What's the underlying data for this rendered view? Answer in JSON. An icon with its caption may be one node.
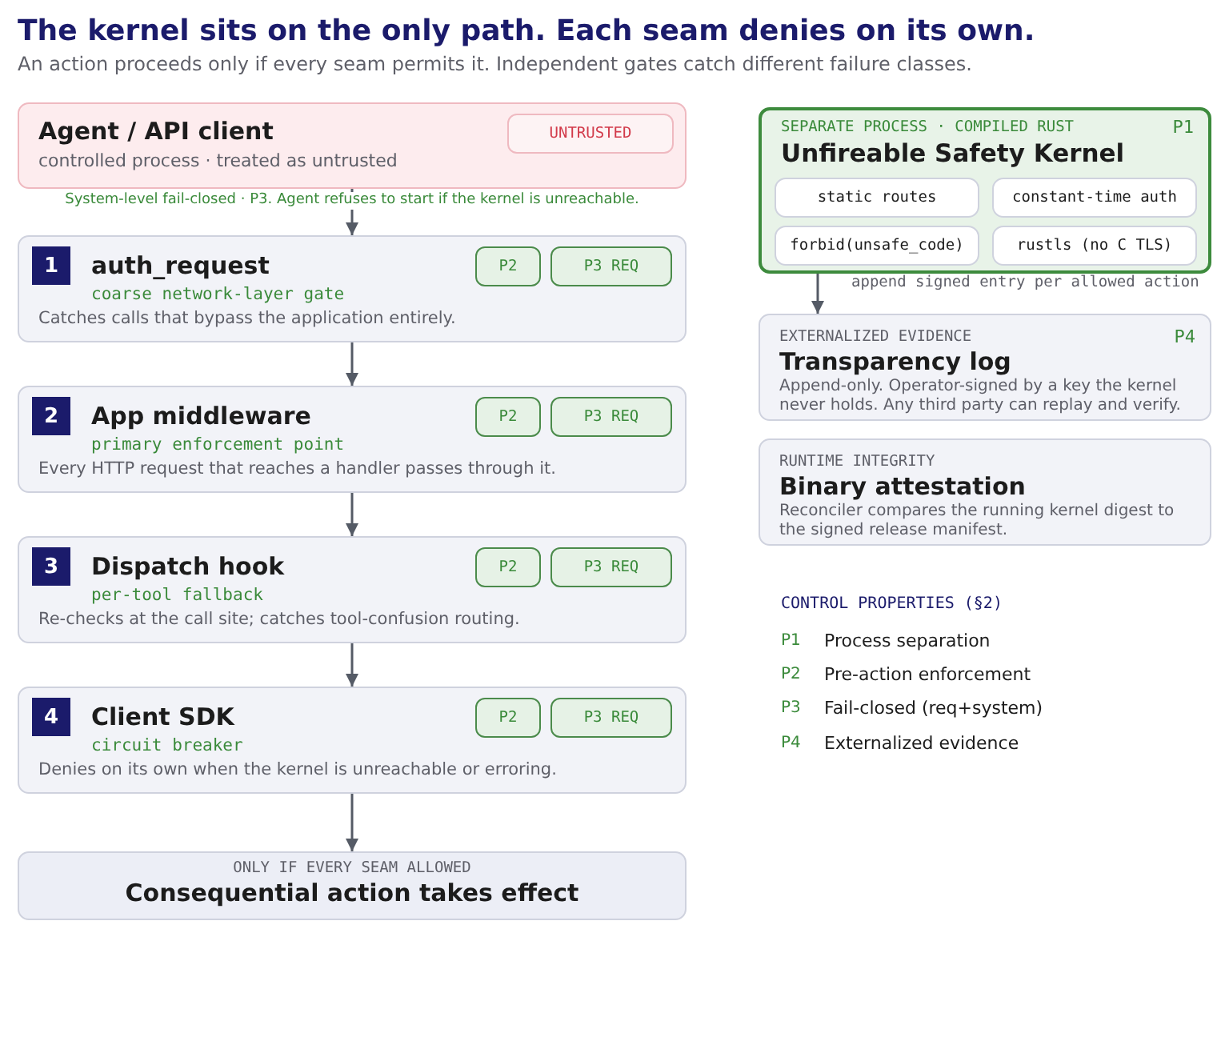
{
  "diagram": {
    "title": "The kernel sits on the only path. Each seam denies on its own.",
    "nodes": [
      {
        "text": [
          "Agent / API client",
          "controlled process · treated as untrusted"
        ]
      },
      {
        "text": [
          "UNTRUSTED"
        ],
        "in": 0
      },
      {
        "text": [
          "auth_request",
          "coarse network-layer gate",
          "Catches calls that bypass the application entirely."
        ]
      },
      {
        "text": [
          "1"
        ],
        "in": 2
      },
      {
        "text": [
          "P2"
        ],
        "in": 2
      },
      {
        "text": [
          "P3 REQ"
        ],
        "in": 2
      },
      {
        "text": [
          "App middleware",
          "primary enforcement point",
          "Every HTTP request that reaches a handler passes through it."
        ]
      },
      {
        "text": [
          "2"
        ],
        "in": 6
      },
      {
        "text": [
          "P2"
        ],
        "in": 6
      },
      {
        "text": [
          "P3 REQ"
        ],
        "in": 6
      },
      {
        "text": [
          "Dispatch hook",
          "per-tool fallback",
          "Re-checks at the call site; catches tool-confusion routing."
        ]
      },
      {
        "text": [
          "3"
        ],
        "in": 10
      },
      {
        "text": [
          "P2"
        ],
        "in": 10
      },
      {
        "text": [
          "P3 REQ"
        ],
        "in": 10
      },
      {
        "text": [
          "Client SDK",
          "circuit breaker",
          "Denies on its own when the kernel is unreachable or erroring."
        ]
      },
      {
        "text": [
          "4"
        ],
        "in": 14
      },
      {
        "text": [
          "P2"
        ],
        "in": 14
      },
      {
        "text": [
          "P3 REQ"
        ],
        "in": 14
      },
      {
        "text": [
          "ONLY IF EVERY SEAM ALLOWED",
          "Consequential action takes effect"
        ]
      },
      {
        "text": [
          "SEPARATE PROCESS · COMPILED RUST",
          "P1",
          "Unfireable Safety Kernel"
        ]
      },
      {
        "text": [
          "static routes"
        ],
        "in": 19
      },
      {
        "text": [
          "constant-time auth"
        ],
        "in": 19
      },
      {
        "text": [
          "forbid(unsafe_code)"
        ],
        "in": 19
      },
      {
        "text": [
          "rustls (no C TLS)"
        ],
        "in": 19
      },
      {
        "text": [
          "EXTERNALIZED EVIDENCE",
          "P4",
          "Transparency log",
          "Append-only. Operator-signed by a key the kernel never holds. Any third party can replay and verify."
        ]
      },
      {
        "text": [
          "RUNTIME INTEGRITY",
          "Binary attestation",
          "Reconciler compares the running kernel digest to the signed release manifest."
        ]
      }
    ],
    "edges": [
      {
        "from": 0,
        "to": 2,
        "arrow": "to",
        "label": "System-level fail-closed · P3. Agent refuses to start if the kernel is unreachable."
      },
      {
        "from": 2,
        "to": 6,
        "arrow": "to"
      },
      {
        "from": 6,
        "to": 10,
        "arrow": "to"
      },
      {
        "from": 10,
        "to": 14,
        "arrow": "to"
      },
      {
        "from": 14,
        "to": 18,
        "arrow": "to"
      },
      {
        "from": 19,
        "to": 24,
        "arrow": "to",
        "label": "append signed entry per allowed action"
      }
    ],
    "labels": [
      "An action proceeds only if every seam permits it. Independent gates catch different failure classes.",
      "CONTROL PROPERTIES (§2)",
      "P1",
      "Process separation",
      "P2",
      "Pre-action enforcement",
      "P3",
      "Fail-closed (req+system)",
      "P4",
      "Externalized evidence"
    ]
  }
}
